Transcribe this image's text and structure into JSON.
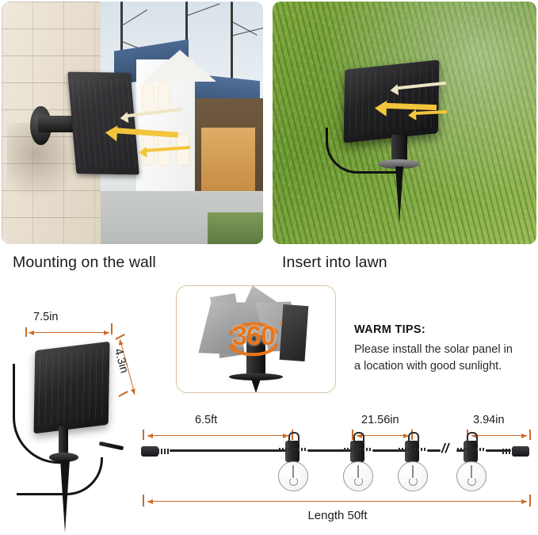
{
  "photos": {
    "wall": {
      "caption": "Mounting on the wall",
      "icon": "solar-panel-wall-mount-photo",
      "sun_arrows": 3
    },
    "lawn": {
      "caption": "Insert into lawn",
      "icon": "solar-panel-ground-stake-photo",
      "sun_arrows": 3
    }
  },
  "rotation_card": {
    "badge_number": "360",
    "badge_degree": "°",
    "icon": "rotation-arrows-icon",
    "accent_color": "#e8751a",
    "border_color": "#d9c2a6"
  },
  "panel_dimensions": {
    "width_label": "7.5in",
    "height_label": "4.3in",
    "accent_color": "#cf6a26"
  },
  "warm_tips": {
    "title": "WARM TIPS:",
    "line1": "Please install the solar panel in",
    "line2": "a location with good sunlight."
  },
  "string_light": {
    "lead_length": "6.5ft",
    "bulb_spacing": "21.56in",
    "tail_spacing": "3.94in",
    "total_length": "Length 50ft",
    "break_symbol": "//",
    "bulb_count": 4,
    "accent_color": "#cf6a26"
  }
}
